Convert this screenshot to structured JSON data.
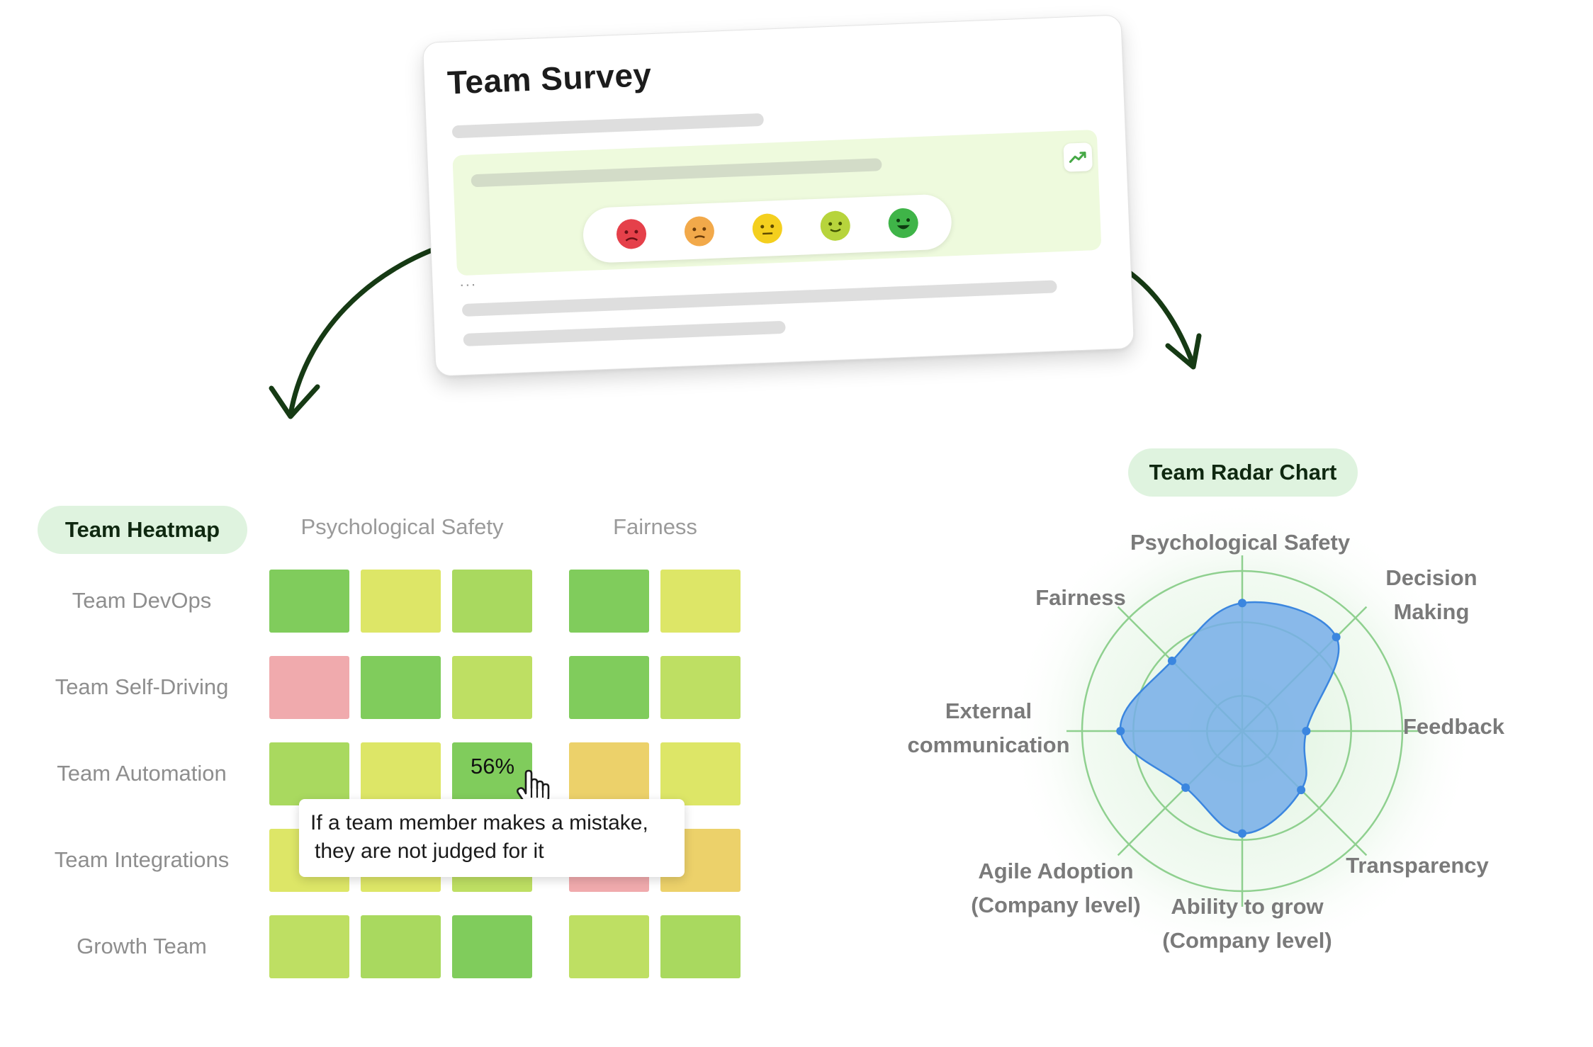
{
  "survey": {
    "title": "Team Survey",
    "ellipsis": "...",
    "trend_icon": "trending-up-icon",
    "rating_faces": [
      {
        "name": "very-unhappy-face-icon",
        "color": "#e5404a"
      },
      {
        "name": "unhappy-face-icon",
        "color": "#f2a94a"
      },
      {
        "name": "neutral-face-icon",
        "color": "#f4cf1e"
      },
      {
        "name": "happy-face-icon",
        "color": "#b7d43c"
      },
      {
        "name": "very-happy-face-icon",
        "color": "#3fb448"
      }
    ]
  },
  "heatmap": {
    "pill_label": "Team Heatmap",
    "column_groups": [
      "Psychological Safety",
      "Fairness"
    ],
    "rows": [
      {
        "label": "Team DevOps",
        "colors": [
          "#80cc5c",
          "#dde667",
          "#a9d95f",
          "#80cc5c",
          "#dde667"
        ]
      },
      {
        "label": "Team Self-Driving",
        "colors": [
          "#f0aaad",
          "#80cc5c",
          "#bedf63",
          "#80cc5c",
          "#bedf63"
        ]
      },
      {
        "label": "Team Automation",
        "colors": [
          "#a9d95f",
          "#dde667",
          "#80cc5c",
          "#ecd16a",
          "#dde667"
        ]
      },
      {
        "label": "Team Integrations",
        "colors": [
          "#dde667",
          "#dde667",
          "#bedf63",
          "#f0aaad",
          "#ecd16a"
        ]
      },
      {
        "label": "Growth Team",
        "colors": [
          "#bedf63",
          "#a9d95f",
          "#80cc5c",
          "#bedf63",
          "#a9d95f"
        ]
      }
    ],
    "hover_value": "56%",
    "tooltip_lines": [
      "If a team member makes a mistake,",
      "they are not judged for it"
    ],
    "cursor_icon": "hand-pointer-icon"
  },
  "radar": {
    "pill_label": "Team Radar Chart",
    "fill_color": "#77aee9",
    "stroke_color": "#3b86df",
    "grid_color": "#8fd08f",
    "axes": [
      {
        "lines": [
          "Psychological Safety"
        ]
      },
      {
        "lines": [
          "Decision",
          "Making"
        ]
      },
      {
        "lines": [
          "Feedback"
        ]
      },
      {
        "lines": [
          "Transparency"
        ]
      },
      {
        "lines": [
          "Ability to grow",
          "(Company level)"
        ]
      },
      {
        "lines": [
          "Agile Adoption",
          "(Company level)"
        ]
      },
      {
        "lines": [
          "External",
          "communication"
        ]
      },
      {
        "lines": [
          "Fairness"
        ]
      }
    ]
  },
  "chart_data": {
    "type": "radar",
    "categories": [
      "Psychological Safety",
      "Decision Making",
      "Feedback",
      "Transparency",
      "Ability to grow (Company level)",
      "Agile Adoption (Company level)",
      "External communication",
      "Fairness"
    ],
    "values": [
      0.8,
      0.83,
      0.4,
      0.52,
      0.64,
      0.5,
      0.76,
      0.62
    ],
    "range": [
      0,
      1
    ],
    "grid": true
  }
}
